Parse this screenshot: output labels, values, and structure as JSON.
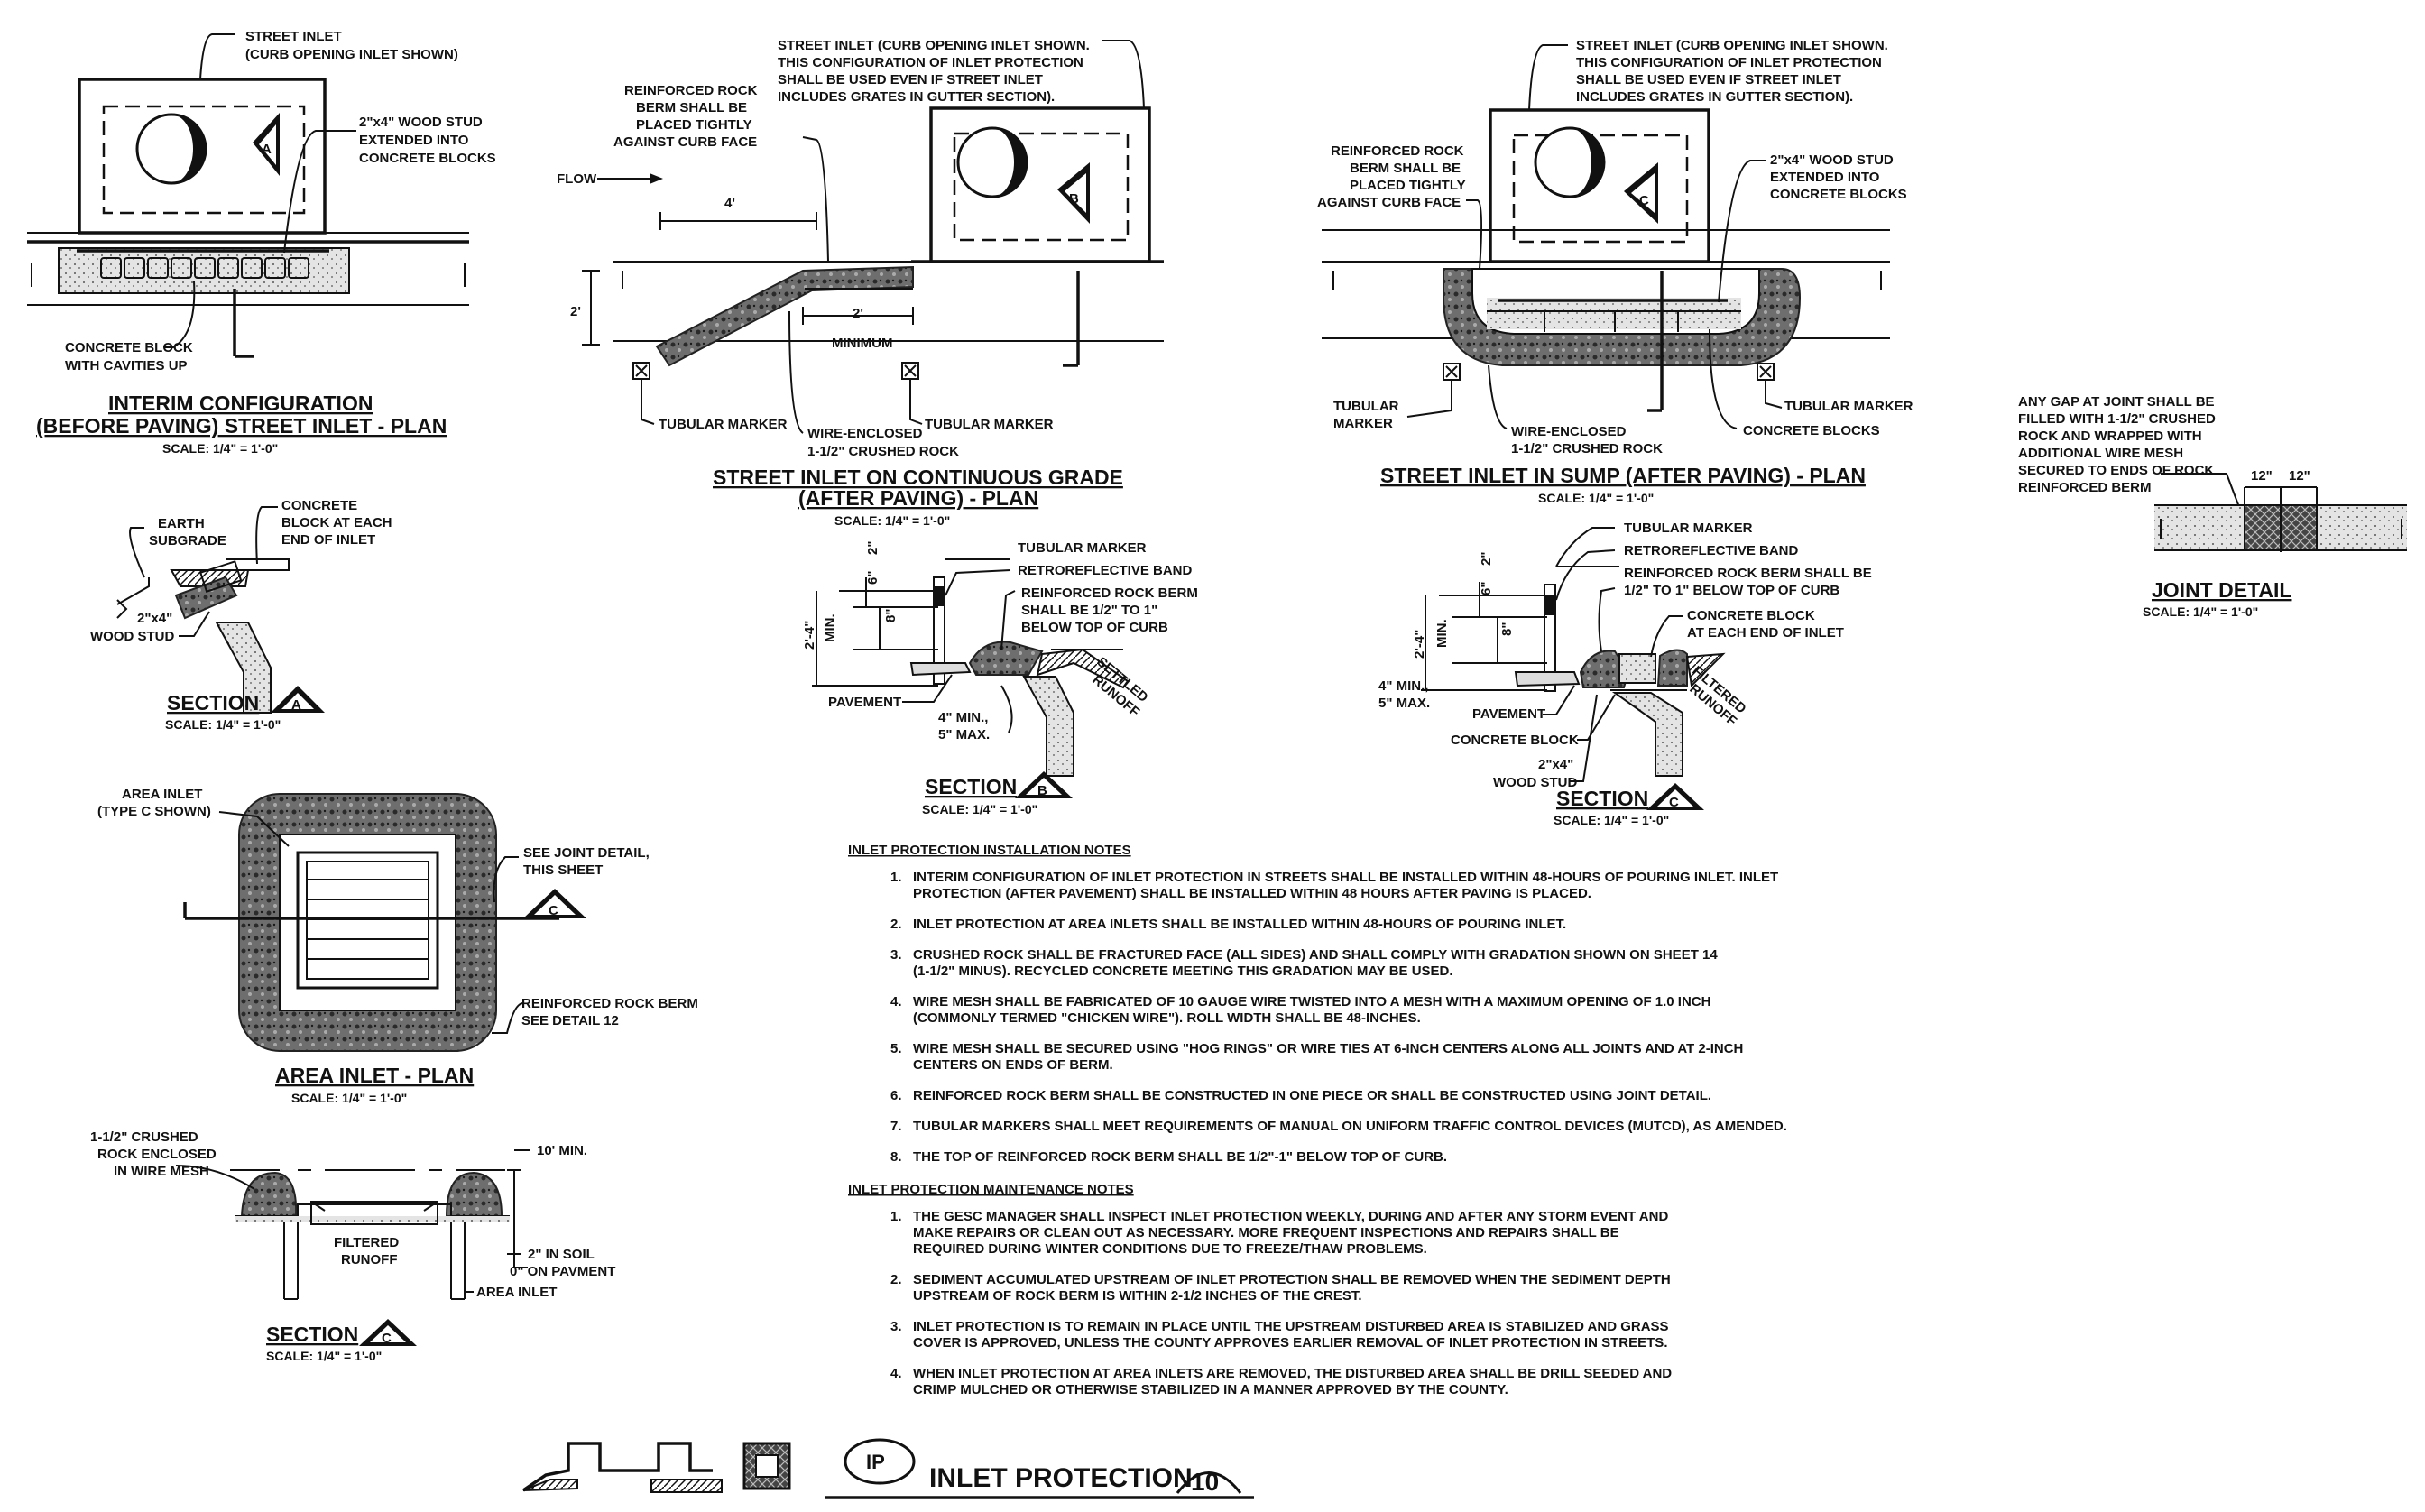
{
  "sheet": {
    "title": "INLET PROTECTION",
    "symbol": "IP",
    "detail_number": "10"
  },
  "views": {
    "interim": {
      "title_line1": "INTERIM CONFIGURATION",
      "title_line2": "(BEFORE PAVING) STREET INLET - PLAN",
      "scale": "SCALE: 1/4\" = 1'-0\"",
      "section_marker": "A",
      "label_inlet_1": "STREET INLET",
      "label_inlet_2": "(CURB OPENING INLET SHOWN)",
      "label_stud_1": "2\"x4\" WOOD STUD",
      "label_stud_2": "EXTENDED INTO",
      "label_stud_3": "CONCRETE BLOCKS",
      "label_block_1": "CONCRETE BLOCK",
      "label_block_2": "WITH CAVITIES UP"
    },
    "continuous": {
      "title_line1": "STREET INLET ON CONTINUOUS GRADE",
      "title_line2": "(AFTER PAVING) - PLAN",
      "scale": "SCALE: 1/4\" = 1'-0\"",
      "section_marker": "B",
      "label_inlet_1": "STREET INLET (CURB OPENING INLET SHOWN.",
      "label_inlet_2": "THIS CONFIGURATION OF INLET PROTECTION",
      "label_inlet_3": "SHALL BE USED EVEN IF STREET INLET",
      "label_inlet_4": "INCLUDES GRATES IN GUTTER SECTION).",
      "label_berm_1": "REINFORCED ROCK",
      "label_berm_2": "BERM SHALL BE",
      "label_berm_3": "PLACED TIGHTLY",
      "label_berm_4": "AGAINST CURB FACE",
      "label_flow": "FLOW",
      "dim_4ft": "4'",
      "dim_2ft": "2'",
      "dim_2ft_min": "2'",
      "dim_minimum": "MINIMUM",
      "label_marker_left": "TUBULAR MARKER",
      "label_marker_right": "TUBULAR MARKER",
      "label_wire_1": "WIRE-ENCLOSED",
      "label_wire_2": "1-1/2\" CRUSHED ROCK"
    },
    "sump": {
      "title": "STREET INLET IN SUMP (AFTER PAVING) - PLAN",
      "scale": "SCALE: 1/4\" = 1'-0\"",
      "section_marker": "C",
      "label_inlet_1": "STREET INLET (CURB OPENING INLET SHOWN.",
      "label_inlet_2": "THIS CONFIGURATION OF INLET PROTECTION",
      "label_inlet_3": "SHALL BE USED EVEN IF STREET INLET",
      "label_inlet_4": "INCLUDES GRATES IN GUTTER SECTION).",
      "label_berm_1": "REINFORCED ROCK",
      "label_berm_2": "BERM SHALL BE",
      "label_berm_3": "PLACED TIGHTLY",
      "label_berm_4": "AGAINST CURB FACE",
      "label_stud_1": "2\"x4\" WOOD STUD",
      "label_stud_2": "EXTENDED INTO",
      "label_stud_3": "CONCRETE BLOCKS",
      "label_marker_left_1": "TUBULAR",
      "label_marker_left_2": "MARKER",
      "label_marker_right": "TUBULAR MARKER",
      "label_blocks": "CONCRETE BLOCKS",
      "label_wire_1": "WIRE-ENCLOSED",
      "label_wire_2": "1-1/2\" CRUSHED ROCK"
    },
    "joint": {
      "title": "JOINT DETAIL",
      "scale": "SCALE: 1/4\" = 1'-0\"",
      "note_1": "ANY GAP AT JOINT SHALL BE",
      "note_2": "FILLED WITH 1-1/2\" CRUSHED",
      "note_3": "ROCK AND WRAPPED WITH",
      "note_4": "ADDITIONAL WIRE MESH",
      "note_5": "SECURED TO ENDS OF ROCK",
      "note_6": "REINFORCED BERM",
      "dim_left": "12\"",
      "dim_right": "12\""
    },
    "section_a": {
      "title": "SECTION",
      "marker": "A",
      "scale": "SCALE: 1/4\" = 1'-0\"",
      "label_earth_1": "EARTH",
      "label_earth_2": "SUBGRADE",
      "label_block_1": "CONCRETE",
      "label_block_2": "BLOCK AT EACH",
      "label_block_3": "END OF INLET",
      "label_stud_1": "2\"x4\"",
      "label_stud_2": "WOOD STUD"
    },
    "section_b": {
      "title": "SECTION",
      "marker": "B",
      "scale": "SCALE: 1/4\" = 1'-0\"",
      "label_marker": "TUBULAR MARKER",
      "label_band": "RETROREFLECTIVE BAND",
      "label_berm_1": "REINFORCED ROCK BERM",
      "label_berm_2": "SHALL BE 1/2\" TO 1\"",
      "label_berm_3": "BELOW TOP OF CURB",
      "label_pavement": "PAVEMENT",
      "label_depth_1": "4\" MIN.,",
      "label_depth_2": "5\" MAX.",
      "label_runoff_1": "SETTLED",
      "label_runoff_2": "RUNOFF",
      "dim_height_1": "2'-4\"",
      "dim_height_2": "MIN.",
      "dim_2in": "2\"",
      "dim_6in": "6\"",
      "dim_8in": "8\""
    },
    "section_c_sump": {
      "title": "SECTION",
      "marker": "C",
      "scale": "SCALE: 1/4\" = 1'-0\"",
      "label_marker": "TUBULAR MARKER",
      "label_band": "RETROREFLECTIVE BAND",
      "label_berm_1": "REINFORCED ROCK BERM SHALL BE",
      "label_berm_2": "1/2\" TO 1\" BELOW TOP OF CURB",
      "label_block_1": "CONCRETE BLOCK",
      "label_block_2": "AT EACH END OF INLET",
      "label_depth_1": "4\" MIN.,",
      "label_depth_2": "5\" MAX.",
      "label_pavement": "PAVEMENT",
      "label_block_bottom": "CONCRETE BLOCK",
      "label_stud_1": "2\"x4\"",
      "label_stud_2": "WOOD STUD",
      "label_runoff_1": "FILTERED",
      "label_runoff_2": "RUNOFF",
      "dim_height_1": "2'-4\"",
      "dim_height_2": "MIN.",
      "dim_2in": "2\"",
      "dim_6in": "6\"",
      "dim_8in": "8\""
    },
    "area_plan": {
      "title": "AREA INLET - PLAN",
      "scale": "SCALE: 1/4\" = 1'-0\"",
      "section_marker": "C",
      "label_inlet_1": "AREA INLET",
      "label_inlet_2": "(TYPE C SHOWN)",
      "label_joint_1": "SEE JOINT DETAIL,",
      "label_joint_2": "THIS SHEET",
      "label_berm_1": "REINFORCED ROCK BERM",
      "label_berm_2": "SEE DETAIL 12"
    },
    "section_c_area": {
      "title": "SECTION",
      "marker": "C",
      "scale": "SCALE: 1/4\" = 1'-0\"",
      "label_rock_1": "1-1/2\" CRUSHED",
      "label_rock_2": "ROCK ENCLOSED",
      "label_rock_3": "IN WIRE MESH",
      "label_10min": "10' MIN.",
      "label_runoff_1": "FILTERED",
      "label_runoff_2": "RUNOFF",
      "label_soil_1": "2\" IN SOIL",
      "label_soil_2": "0\" ON PAVMENT",
      "label_area_inlet": "AREA INLET"
    }
  },
  "installation_notes": {
    "heading": "INLET PROTECTION INSTALLATION NOTES",
    "items": [
      {
        "num": "1.",
        "lines": [
          "INTERIM CONFIGURATION OF INLET PROTECTION IN STREETS SHALL BE INSTALLED WITHIN 48-HOURS OF POURING INLET. INLET",
          "PROTECTION (AFTER PAVEMENT) SHALL BE INSTALLED WITHIN 48 HOURS AFTER PAVING IS PLACED."
        ]
      },
      {
        "num": "2.",
        "lines": [
          "INLET PROTECTION AT AREA INLETS SHALL BE INSTALLED WITHIN 48-HOURS OF POURING INLET."
        ]
      },
      {
        "num": "3.",
        "lines": [
          "CRUSHED ROCK SHALL BE FRACTURED FACE (ALL SIDES) AND SHALL COMPLY WITH GRADATION SHOWN ON SHEET 14",
          "(1-1/2\" MINUS). RECYCLED CONCRETE MEETING THIS GRADATION MAY BE USED."
        ]
      },
      {
        "num": "4.",
        "lines": [
          "WIRE MESH SHALL BE FABRICATED OF 10 GAUGE WIRE TWISTED INTO A MESH WITH A MAXIMUM OPENING OF 1.0 INCH",
          "(COMMONLY TERMED \"CHICKEN WIRE\"). ROLL WIDTH SHALL BE 48-INCHES."
        ]
      },
      {
        "num": "5.",
        "lines": [
          "WIRE MESH SHALL BE SECURED USING \"HOG RINGS\" OR WIRE TIES AT 6-INCH CENTERS ALONG ALL JOINTS AND AT 2-INCH",
          "CENTERS ON ENDS OF BERM."
        ]
      },
      {
        "num": "6.",
        "lines": [
          "REINFORCED ROCK BERM SHALL BE CONSTRUCTED IN ONE PIECE OR SHALL BE CONSTRUCTED USING JOINT DETAIL."
        ]
      },
      {
        "num": "7.",
        "lines": [
          "TUBULAR MARKERS SHALL MEET REQUIREMENTS OF MANUAL ON UNIFORM TRAFFIC CONTROL DEVICES (MUTCD), AS AMENDED."
        ]
      },
      {
        "num": "8.",
        "lines": [
          "THE TOP OF REINFORCED ROCK BERM SHALL BE 1/2\"-1\" BELOW TOP OF CURB."
        ]
      }
    ]
  },
  "maintenance_notes": {
    "heading": "INLET PROTECTION MAINTENANCE NOTES",
    "items": [
      {
        "num": "1.",
        "lines": [
          "THE GESC MANAGER SHALL INSPECT INLET PROTECTION WEEKLY, DURING AND AFTER ANY STORM EVENT AND",
          "MAKE REPAIRS OR CLEAN OUT AS NECESSARY.  MORE FREQUENT INSPECTIONS AND REPAIRS SHALL BE",
          "REQUIRED DURING WINTER CONDITIONS DUE TO FREEZE/THAW PROBLEMS."
        ]
      },
      {
        "num": "2.",
        "lines": [
          "SEDIMENT ACCUMULATED UPSTREAM OF INLET PROTECTION SHALL BE REMOVED WHEN THE SEDIMENT DEPTH",
          "UPSTREAM OF ROCK BERM IS WITHIN 2-1/2 INCHES OF THE CREST."
        ]
      },
      {
        "num": "3.",
        "lines": [
          "INLET PROTECTION IS TO REMAIN IN PLACE UNTIL THE UPSTREAM DISTURBED AREA IS STABILIZED AND GRASS",
          "COVER IS APPROVED, UNLESS THE COUNTY APPROVES EARLIER REMOVAL OF INLET PROTECTION IN STREETS."
        ]
      },
      {
        "num": "4.",
        "lines": [
          "WHEN INLET PROTECTION AT AREA INLETS ARE REMOVED, THE DISTURBED AREA SHALL BE DRILL SEEDED AND",
          "CRIMP MULCHED OR OTHERWISE STABILIZED IN A MANNER APPROVED BY THE COUNTY."
        ]
      }
    ]
  }
}
